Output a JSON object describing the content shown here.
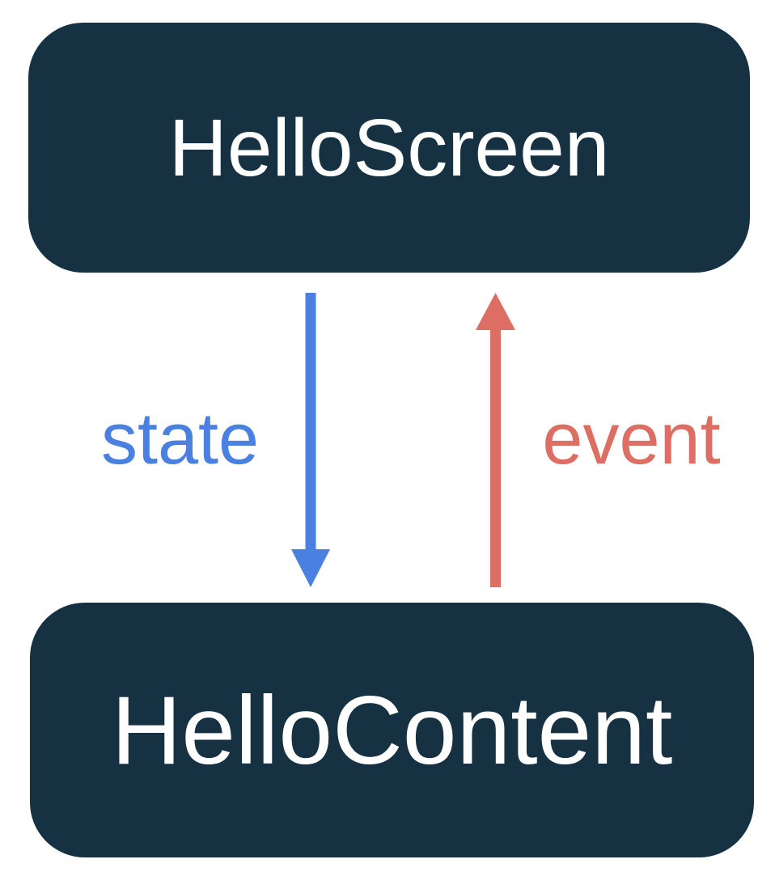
{
  "diagram": {
    "top_node": {
      "label": "HelloScreen"
    },
    "bottom_node": {
      "label": "HelloContent"
    },
    "state_arrow": {
      "label": "state",
      "direction": "down"
    },
    "event_arrow": {
      "label": "event",
      "direction": "up"
    }
  },
  "colors": {
    "background": "#FFFFFF",
    "node_bg": "#163142",
    "node_text": "#FFFFFF",
    "state_blue": "#4A80E0",
    "event_red": "#DD6E63"
  }
}
